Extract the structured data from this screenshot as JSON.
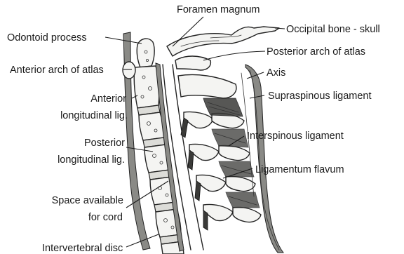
{
  "labels": {
    "foramen_magnum": "Foramen magnum",
    "occipital_bone": "Occipital bone - skull",
    "odontoid_process": "Odontoid process",
    "posterior_arch_atlas": "Posterior arch of atlas",
    "anterior_arch_atlas": "Anterior arch of atlas",
    "axis": "Axis",
    "supraspinous_ligament": "Supraspinous ligament",
    "anterior_longitudinal_1": "Anterior",
    "anterior_longitudinal_2": "longitudinal lig.",
    "interspinous_ligament": "Interspinous ligament",
    "posterior_longitudinal_1": "Posterior",
    "posterior_longitudinal_2": "longitudinal lig.",
    "ligamentum_flavum": "Ligamentum flavum",
    "space_cord_1": "Space available",
    "space_cord_2": "for cord",
    "intervertebral_disc": "Intervertebral disc"
  }
}
